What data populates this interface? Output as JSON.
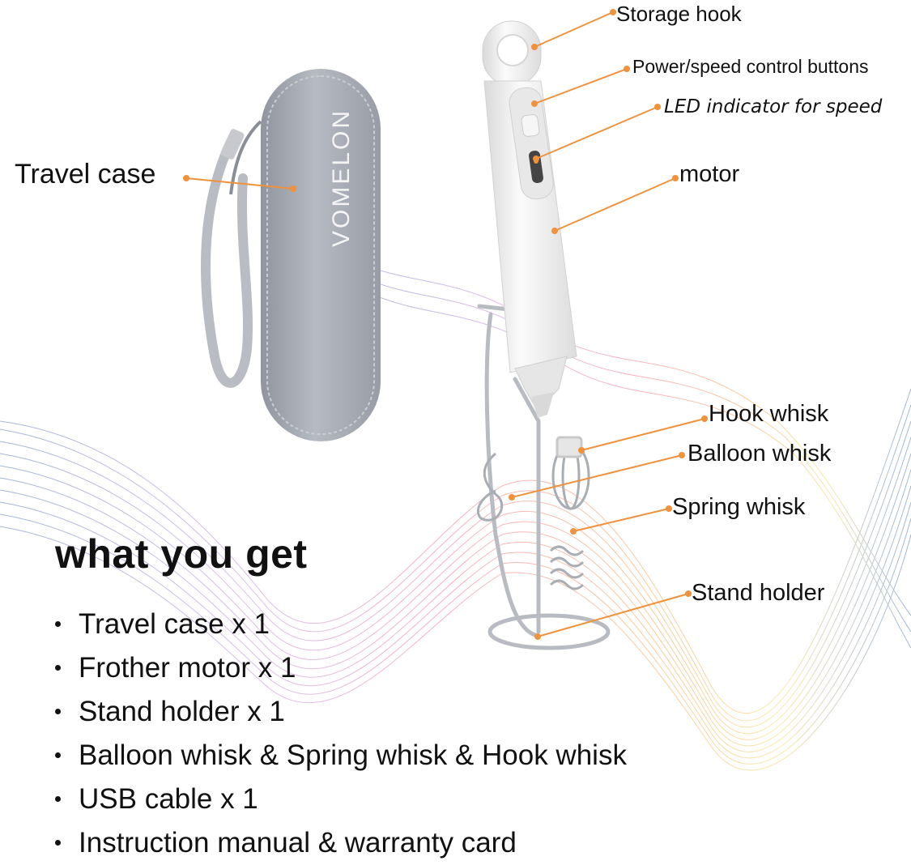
{
  "brand": "VOMELON",
  "callouts": {
    "travel_case": "Travel case",
    "storage_hook": "Storage hook",
    "power_buttons": "Power/speed control buttons",
    "led_indicator": "LED indicator for speed",
    "motor": "motor",
    "hook_whisk": "Hook whisk",
    "balloon_whisk": "Balloon whisk",
    "spring_whisk": "Spring whisk",
    "stand_holder": "Stand holder"
  },
  "heading": "what you get",
  "items": [
    "Travel case x 1",
    "Frother motor x 1",
    "Stand holder x 1",
    "Balloon whisk & Spring whisk & Hook whisk",
    "USB cable x 1",
    "Instruction manual & warranty card"
  ],
  "colors": {
    "leader_line": "#f0923c",
    "case_gray": "#a9adb6",
    "frother_white": "#f3f3f3"
  }
}
